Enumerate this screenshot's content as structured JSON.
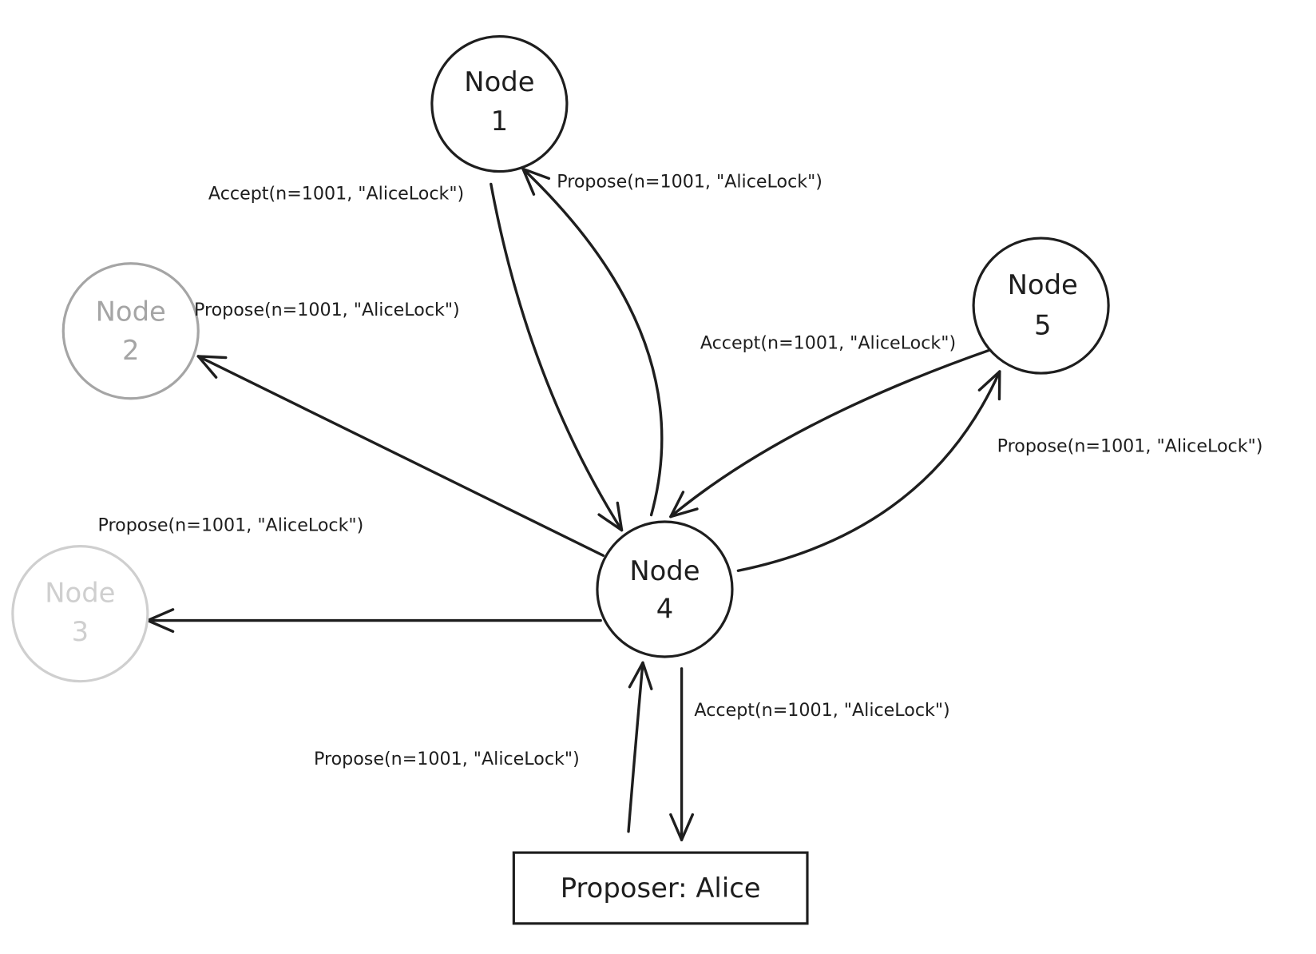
{
  "nodes": {
    "n1": {
      "line1": "Node",
      "line2": "1",
      "color": "#1e1e1e"
    },
    "n2": {
      "line1": "Node",
      "line2": "2",
      "color": "#a5a5a5"
    },
    "n3": {
      "line1": "Node",
      "line2": "3",
      "color": "#cfcfcf"
    },
    "n4": {
      "line1": "Node",
      "line2": "4",
      "color": "#1e1e1e"
    },
    "n5": {
      "line1": "Node",
      "line2": "5",
      "color": "#1e1e1e"
    }
  },
  "proposer": {
    "label": "Proposer: Alice"
  },
  "labels": {
    "accept_n1": "Accept(n=1001, \"AliceLock\")",
    "propose_n1": "Propose(n=1001, \"AliceLock\")",
    "propose_n2": "Propose(n=1001, \"AliceLock\")",
    "propose_n3": "Propose(n=1001, \"AliceLock\")",
    "accept_n5": "Accept(n=1001, \"AliceLock\")",
    "propose_n5": "Propose(n=1001, \"AliceLock\")",
    "propose_alice": "Propose(n=1001, \"AliceLock\")",
    "accept_alice": "Accept(n=1001, \"AliceLock\")"
  }
}
